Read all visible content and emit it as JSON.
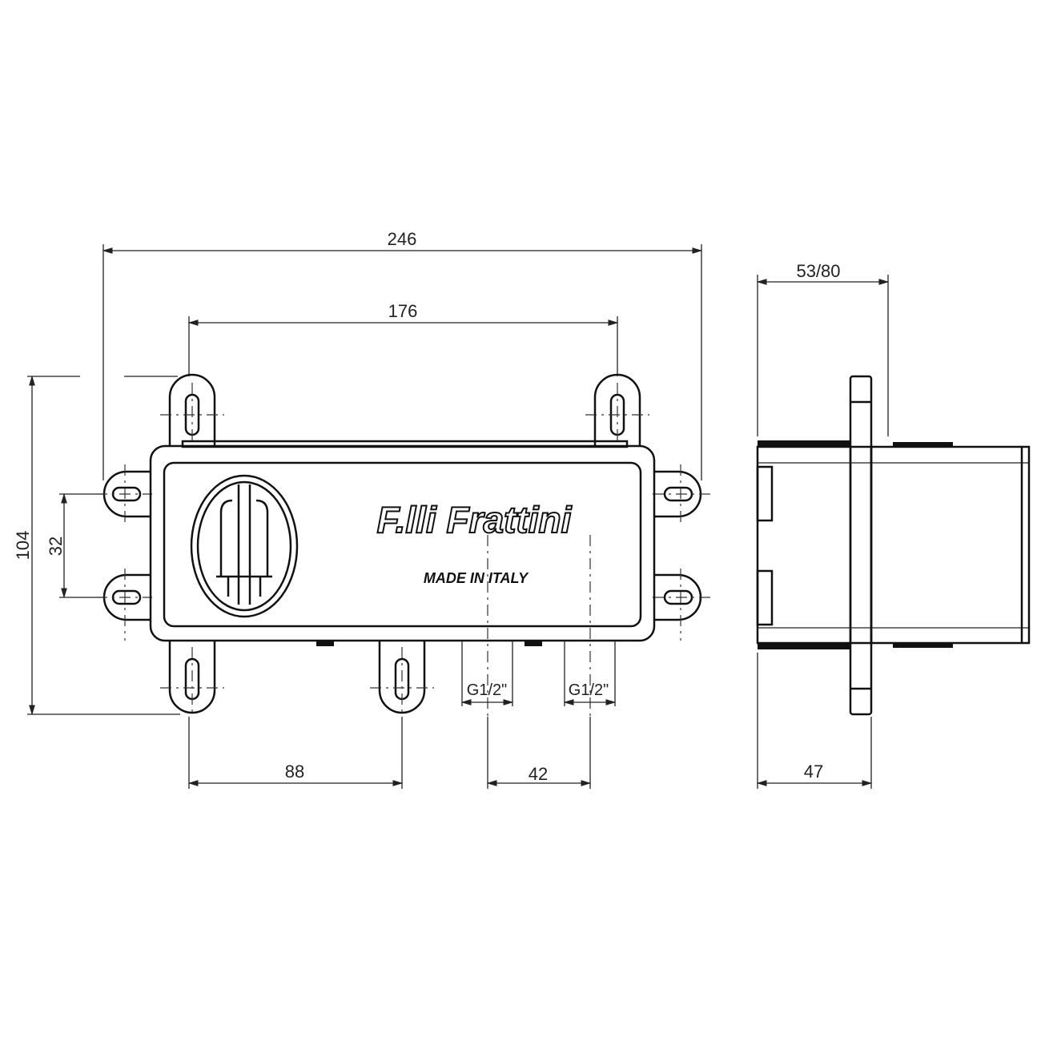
{
  "drawing": {
    "dimensions": {
      "overall_width": "246",
      "fixing_width": "176",
      "depth_range": "53/80",
      "overall_height": "104",
      "side_fixing_spacing": "32",
      "bottom_fixing_spacing": "88",
      "connection_spacing": "42",
      "flange_depth": "47"
    },
    "connections": [
      "G1/2\"",
      "G1/2\""
    ],
    "brand": "F.lli Frattini",
    "origin": "MADE IN ITALY"
  }
}
